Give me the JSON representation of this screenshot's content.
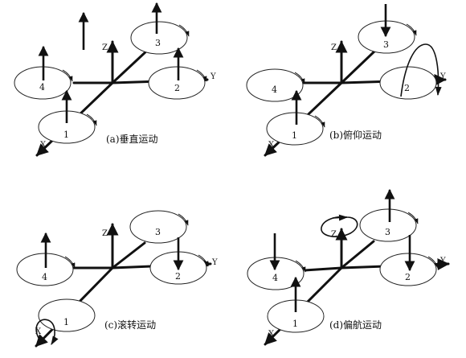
{
  "colors": {
    "ink": "#111111",
    "background": "#ffffff"
  },
  "axes": {
    "x": "X",
    "y": "Y",
    "z": "Z"
  },
  "rotors": [
    "1",
    "2",
    "3",
    "4"
  ],
  "panels": [
    {
      "id": "a",
      "caption": "(a)垂直运动",
      "extra_label": ""
    },
    {
      "id": "b",
      "caption": "(b)俯仰运动",
      "extra_label": ""
    },
    {
      "id": "c",
      "caption": "(c)滚转运动",
      "extra_label": ""
    },
    {
      "id": "d",
      "caption": "(d)偏航运动",
      "extra_label": "Z"
    }
  ]
}
